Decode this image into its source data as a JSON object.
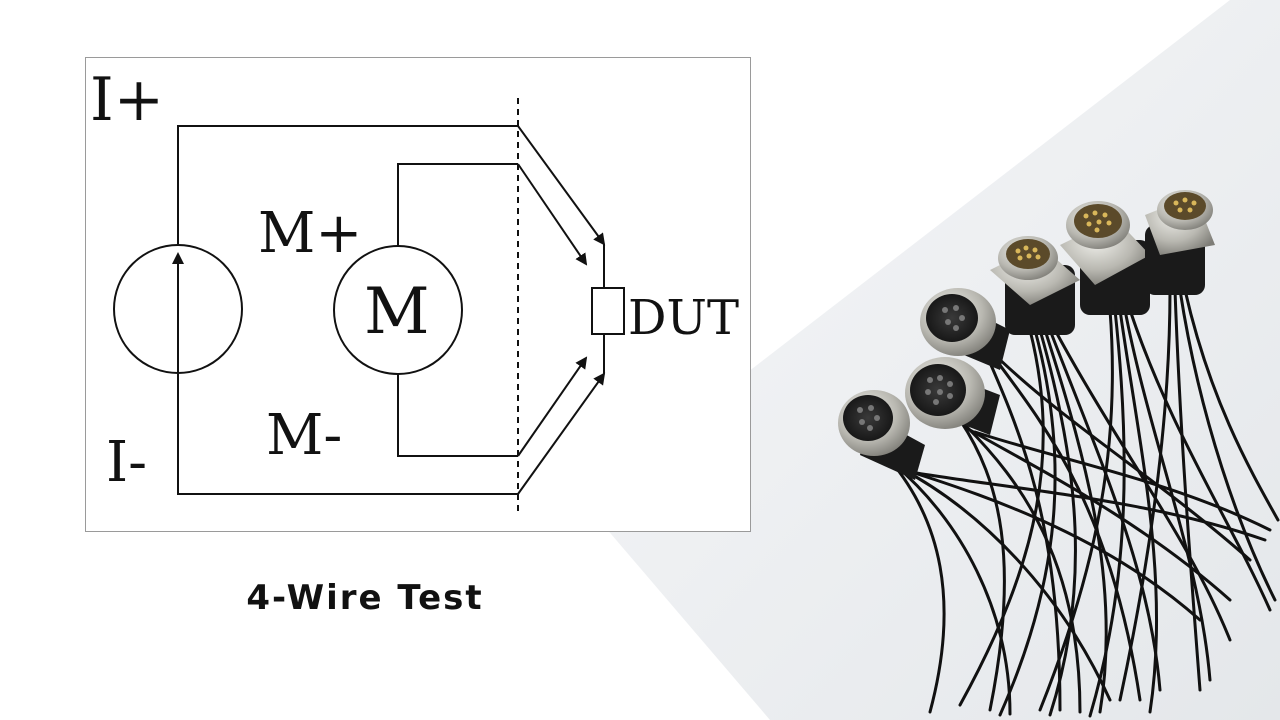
{
  "diagram": {
    "labels": {
      "i_plus": "I+",
      "i_minus": "I-",
      "m_plus": "M+",
      "m_minus": "M-",
      "meter": "M",
      "dut": "DUT"
    }
  },
  "caption": "4-Wire Test",
  "colors": {
    "background": "#ffffff",
    "photo_panel": "#eef0f2",
    "cable": "#111111",
    "connector_metal": "#b8b8b2",
    "pin_gold": "#c9a44a"
  }
}
